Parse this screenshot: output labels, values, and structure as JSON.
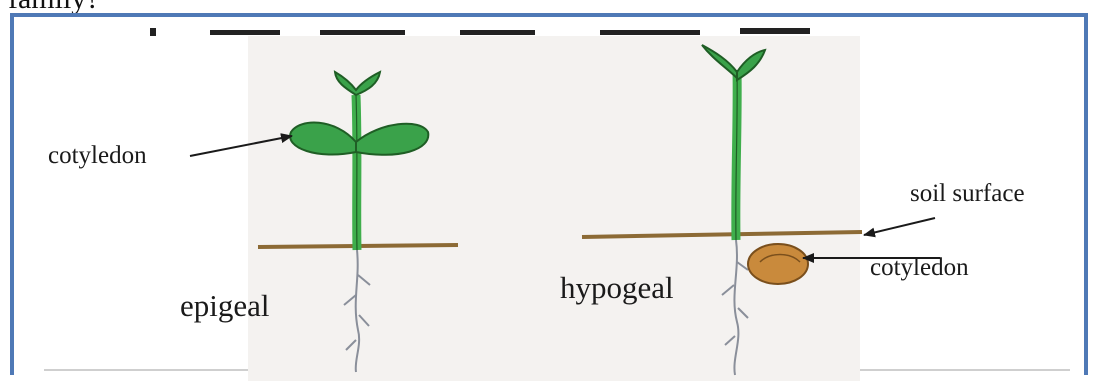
{
  "page": {
    "top_text": "family?"
  },
  "diagram": {
    "labels": {
      "cotyledon_left": "cotyledon",
      "epigeal": "epigeal",
      "hypogeal": "hypogeal",
      "soil_surface": "soil surface",
      "cotyledon_right": "cotyledon"
    },
    "colors": {
      "frame": "#4f79b6",
      "leaf": "#3aa24a",
      "leaf_outline": "#1f5e25",
      "stem": "#3fae4c",
      "soil": "#8c6a35",
      "seed": "#c98a3c",
      "root": "#8a8f9a"
    }
  }
}
